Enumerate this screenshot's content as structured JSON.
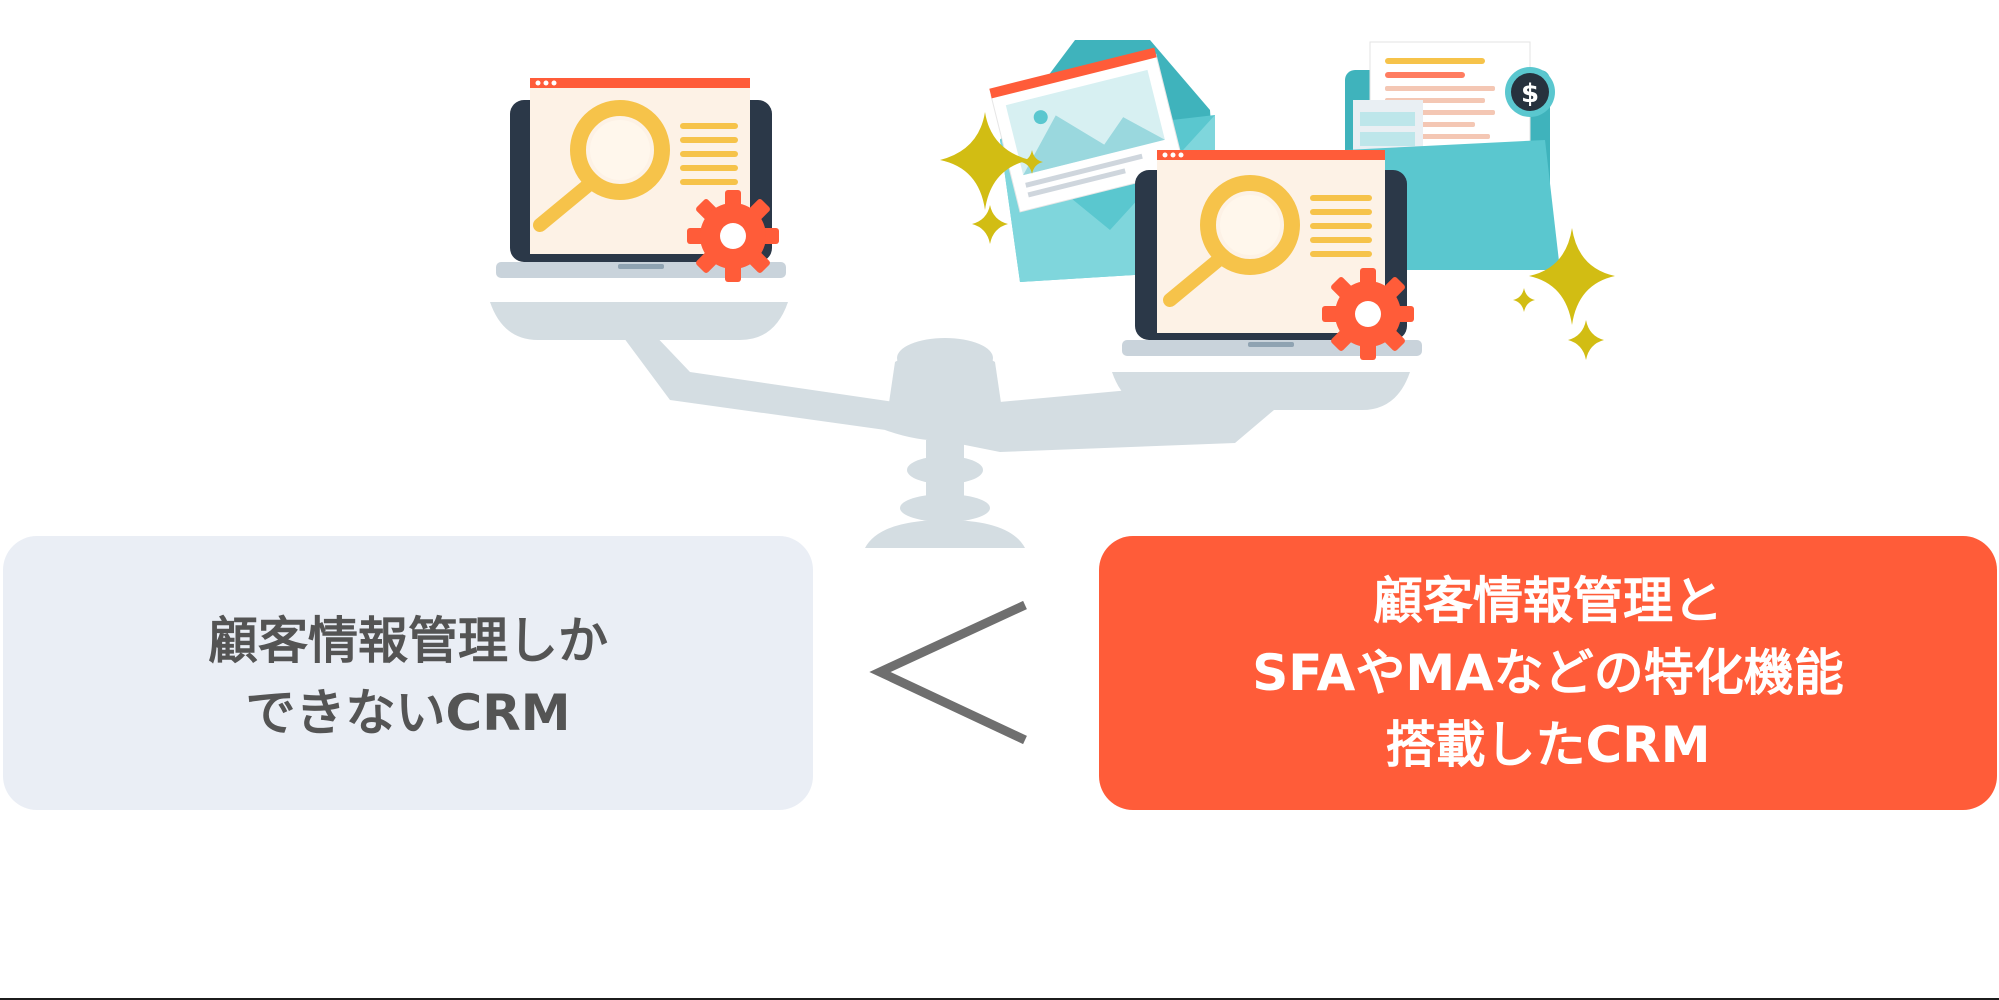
{
  "colors": {
    "scale": "#d4dde2",
    "left_box_bg": "#eaeef5",
    "left_box_text": "#545454",
    "right_box_bg": "#ff5c39",
    "right_box_text": "#ffffff",
    "comparison_symbol": "#6f6f6f",
    "laptop_bezel": "#2b3848",
    "screen_bg": "#fdf2e6",
    "accent_orange": "#ff5c39",
    "accent_yellow": "#f6c34a",
    "folder_teal": "#5ac7cf",
    "sparkle": "#d2bd13"
  },
  "icons": {
    "left_pan": [
      "laptop-icon",
      "magnifier-icon",
      "gear-icon"
    ],
    "right_pan": [
      "laptop-icon",
      "magnifier-icon",
      "gear-icon",
      "envelope-icon",
      "folder-icon",
      "dollar-icon",
      "sparkle-icon"
    ]
  },
  "left_label": {
    "lines": [
      "顧客情報管理しか",
      "できないCRM"
    ]
  },
  "right_label": {
    "lines": [
      "顧客情報管理と",
      "SFAやMAなどの特化機能",
      "搭載したCRM"
    ]
  },
  "comparison": {
    "symbol": "＜"
  }
}
